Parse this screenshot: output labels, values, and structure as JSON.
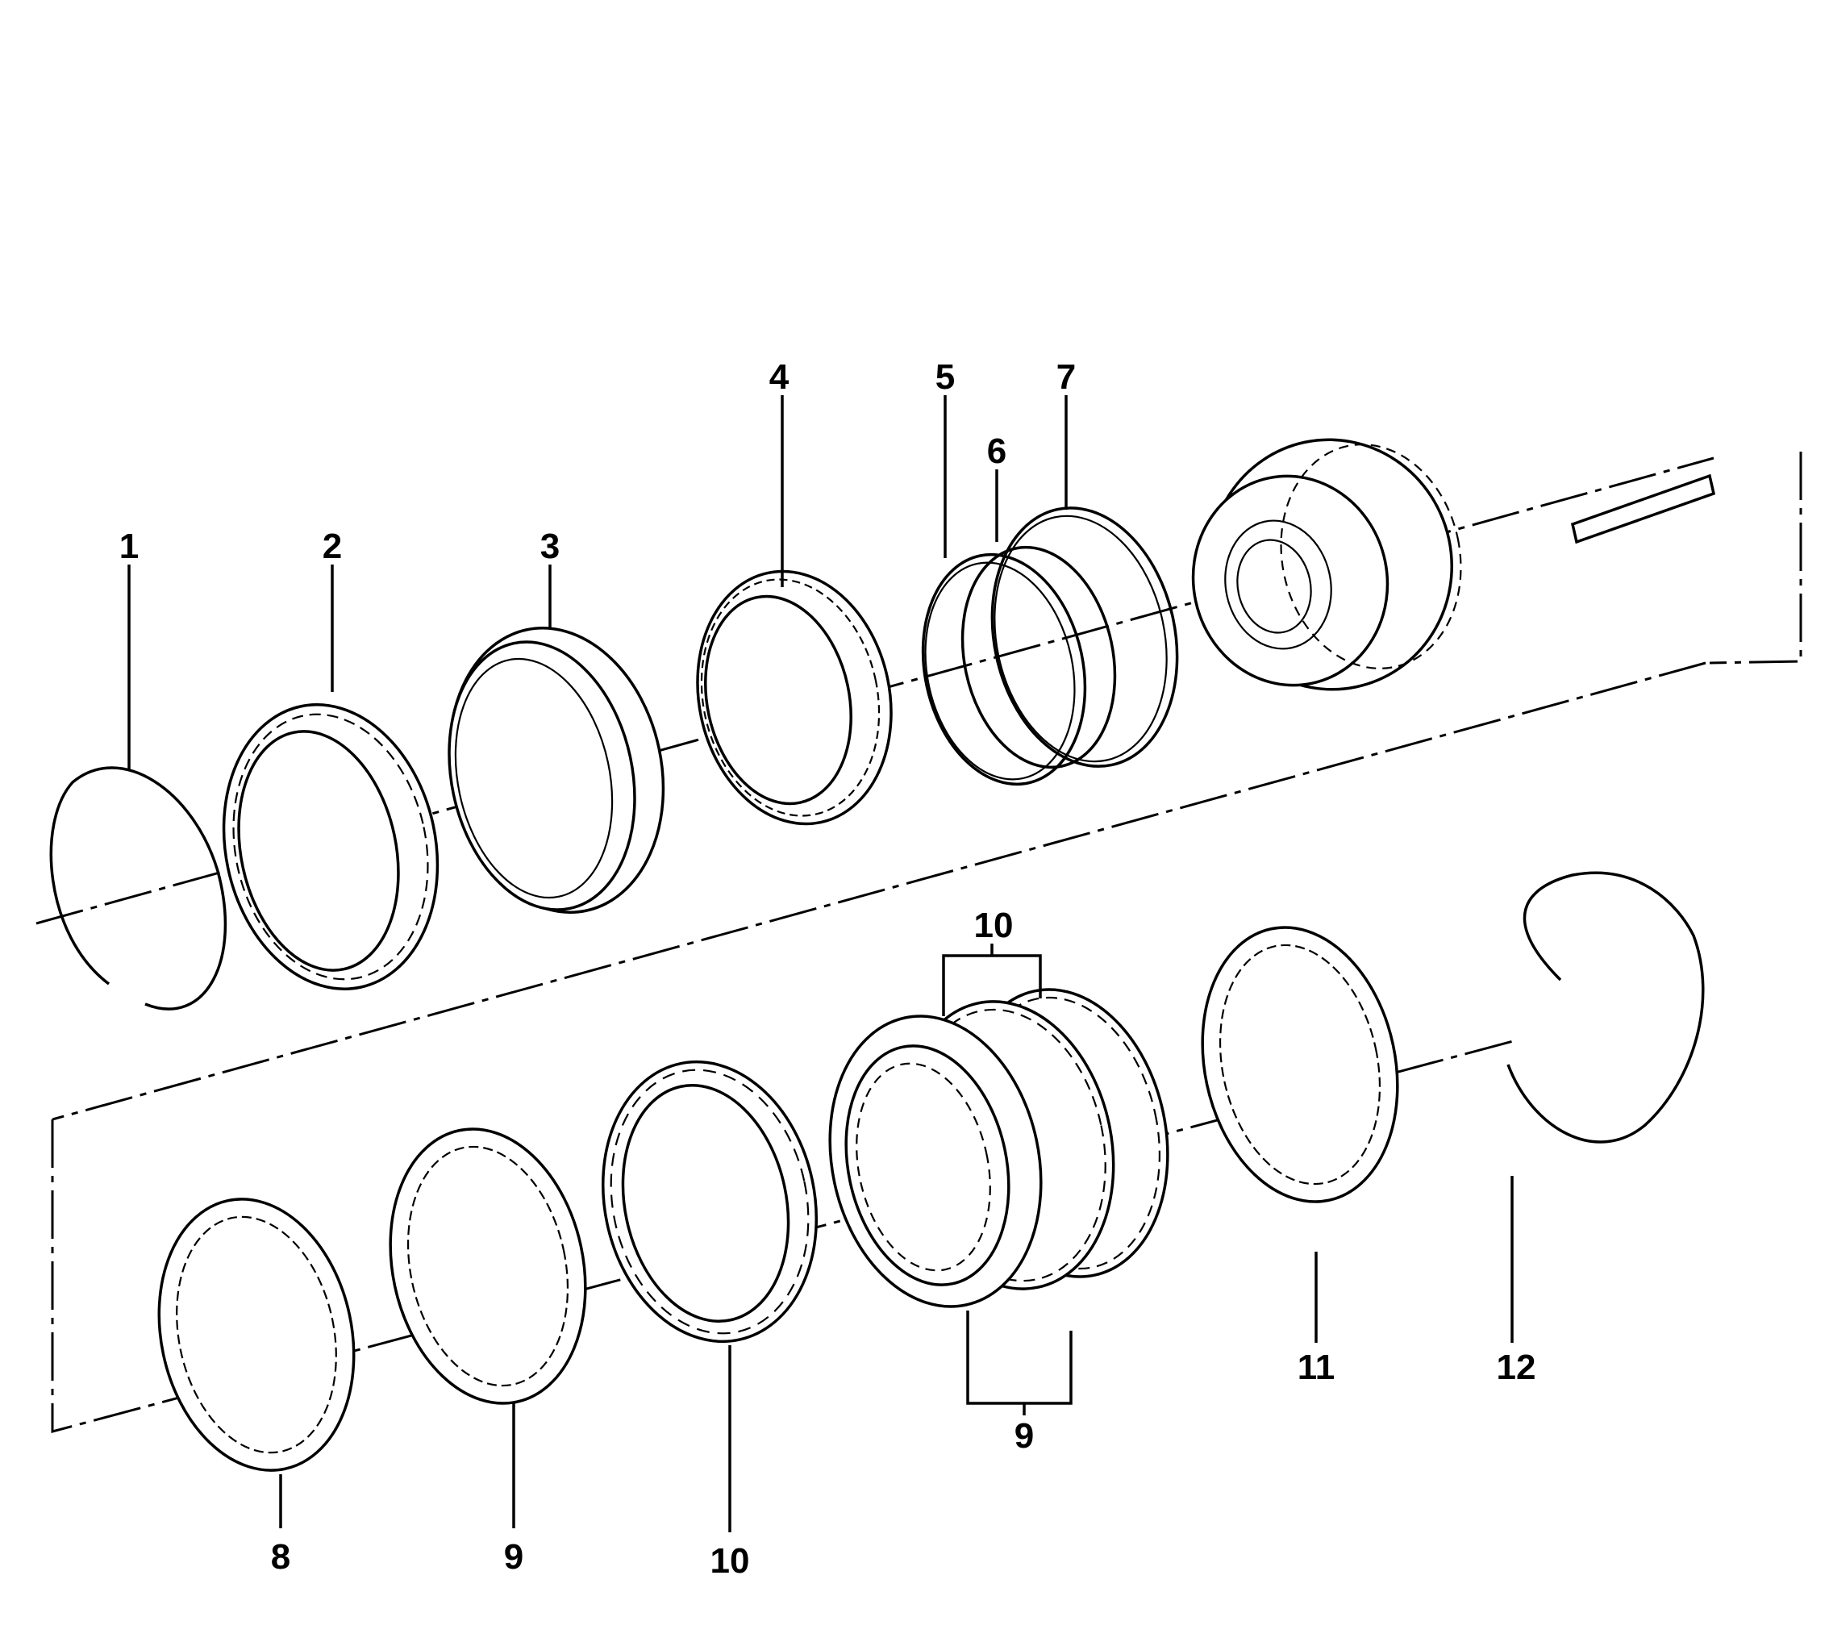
{
  "labels": {
    "l1": "1",
    "l2": "2",
    "l3": "3",
    "l4": "4",
    "l5": "5",
    "l6": "6",
    "l7": "7",
    "l8": "8",
    "l9a": "9",
    "l10a": "10",
    "l10b": "10",
    "l9b": "9",
    "l11": "11",
    "l12": "12"
  },
  "colors": {
    "line": "#000000",
    "background": "#ffffff"
  },
  "icons": {
    "p1": "snap-ring-icon",
    "p2": "backing-plate-icon",
    "p3": "piston-ring-icon",
    "p4": "sprag-cage-icon",
    "p5": "seal-ring-icon",
    "p6": "seal-ring-icon",
    "p7": "seal-ring-icon",
    "housing": "clutch-housing-shaft-icon",
    "p8": "steel-plate-icon",
    "p9": "steel-plate-icon",
    "p10": "friction-plate-icon",
    "stack": "clutch-pack-icon",
    "p11": "pressure-plate-icon",
    "p12": "snap-ring-icon"
  }
}
